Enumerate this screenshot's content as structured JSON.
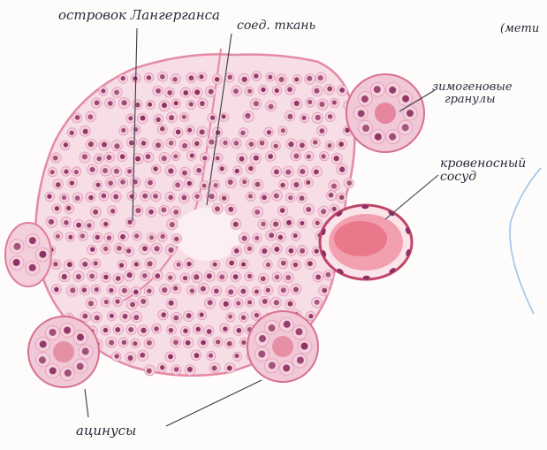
{
  "labels": {
    "islet": "островок Лангерганса",
    "connective_tissue": "соед. ткань",
    "corner_note": "(мети",
    "zymogen_line1": "зимогеновые",
    "zymogen_line2": "гранулы",
    "vessel_line1": "кровеносный",
    "vessel_line2": "сосуд",
    "acini": "ацинусы"
  },
  "colors": {
    "tissue_fill": "#f6dde6",
    "tissue_outline": "#e58aa6",
    "cell_fill": "#f4cfdc",
    "nucleus": "#8c2f62",
    "acinus_center": "#e06a86",
    "blood": "#e4586d",
    "ink": "#2a2a3a",
    "blue_stroke": "#9fc3e6"
  }
}
